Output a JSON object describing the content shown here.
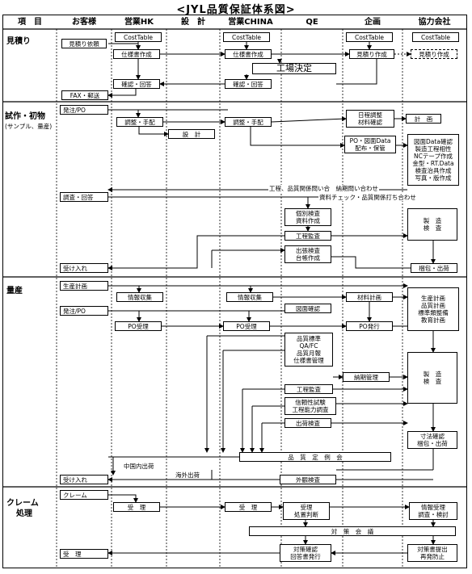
{
  "title": "<JYL品質保証体系図>",
  "columns": [
    "項　目",
    "お客様",
    "営業HK",
    "設　計",
    "営業CHINA",
    "QE",
    "企画",
    "協力会社"
  ],
  "sections": {
    "estimate": "見積り",
    "trial": "試作・初物",
    "trial_sub": "(サンプル、量産)",
    "mass": "量産",
    "claim_line1": "クレーム",
    "claim_line2": "処理"
  },
  "boxes": {
    "est_request": "見積り依頼",
    "costtable_hk": "CostTable",
    "costtable_cn": "CostTable",
    "costtable_plan": "CostTable",
    "costtable_sup": "CostTable",
    "spec_hk": "仕様書作成",
    "spec_cn": "仕様書作成",
    "est_plan": "見積り作成",
    "est_sup": "見積り作成",
    "factory": "工場決定",
    "confirm_hk": "確認・回答",
    "confirm_cn": "確認・回答",
    "fax": "FAX・郵送",
    "order_po1": "発注/PO",
    "schedule": [
      "日程調整",
      "材料確認"
    ],
    "arrange_hk": "調整・手配",
    "arrange_cn": "調整・手配",
    "plan": "計　画",
    "design": "設　計",
    "po_drawing": [
      "PO・図面Data",
      "配布・保管"
    ],
    "sup_tasks": [
      "図面Data確認",
      "製造工程相性",
      "NCテープ作成",
      "金型・RT.Data",
      "検査治具作成",
      "写真・版作成"
    ],
    "check_reply": "調査・回答",
    "indiv_check": [
      "個別検査",
      "資料作成"
    ],
    "mfg1": [
      "製　造",
      "検　査"
    ],
    "process_audit1": "工程監査",
    "outgoing1": [
      "出張検査",
      "台帳作成"
    ],
    "receive1": "受け入れ",
    "pack_ship1": "梱包・出荷",
    "prod_plan": "生産計画",
    "info_hk": "情報収集",
    "info_cn": "情報収集",
    "material_plan": "材料計画",
    "sup_plans": [
      "生産計画",
      "品質計画",
      "標準類整備",
      "教育計画"
    ],
    "order_po2": "発注/PO",
    "drawing_check": "図面確認",
    "po_recv_hk": "PO受理",
    "po_recv_cn": "PO受理",
    "po_issue": "PO発行",
    "quality_std": [
      "品質標準",
      "QA/FC",
      "品質月報",
      "仕様書管理"
    ],
    "delivery_mgmt": "納期管理",
    "mfg2": [
      "製　造",
      "検　査"
    ],
    "process_audit2": "工程監査",
    "reliability": [
      "信頼性試験",
      "工程能力調査"
    ],
    "outgoing2": "出荷検査",
    "dim_check": [
      "寸法確認",
      "梱包・出荷"
    ],
    "quality_meeting": "品　質　定　例　会",
    "receive2": "受け入れ",
    "appearance": "外観検査",
    "claim": "クレーム",
    "accept_hk": "受　理",
    "accept_cn": "受　理",
    "accept_qe": [
      "受理",
      "処置判断"
    ],
    "info_accept": [
      "情報受理",
      "調査・検討"
    ],
    "countermeasure": "対　策　会　議",
    "accept_final": "受　理",
    "cm_confirm": [
      "対策確認",
      "回答書発行"
    ],
    "cm_submit": [
      "対策書提出",
      "再発防止"
    ]
  },
  "labels": {
    "inquiry": "工程、品質関係問い合　納期問い合わせ",
    "material_check": "資料チェック・品質関係打ち合わせ",
    "china_ship": "中国内出荷",
    "overseas_ship": "海外出荷"
  }
}
